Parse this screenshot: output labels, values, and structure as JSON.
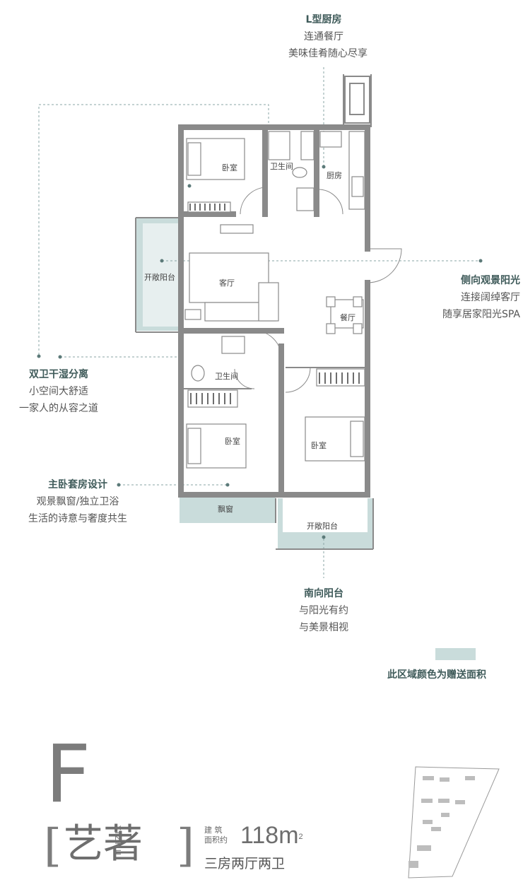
{
  "annotations": {
    "kitchen": {
      "title": "L型厨房",
      "lines": [
        "连通餐厅",
        "美味佳肴随心尽享"
      ]
    },
    "side_balcony": {
      "title": "侧向观景阳光",
      "lines": [
        "连接阔绰客厅",
        "随享居家阳光SPA"
      ]
    },
    "bathrooms": {
      "title": "双卫干湿分离",
      "lines": [
        "小空间大舒适",
        "一家人的从容之道"
      ]
    },
    "master": {
      "title": "主卧套房设计",
      "lines": [
        "观景飘窗/独立卫浴",
        "生活的诗意与奢度共生"
      ]
    },
    "south_balcony": {
      "title": "南向阳台",
      "lines": [
        "与阳光有约",
        "与美景相视"
      ]
    }
  },
  "rooms": {
    "bedroom_top": "卧室",
    "bath_top": "卫生间",
    "kitchen": "厨房",
    "balcony_side": "开敞阳台",
    "living": "客厅",
    "dining": "餐厅",
    "bath_mid": "卫生间",
    "bedroom_left": "卧室",
    "bedroom_right": "卧室",
    "bay_window": "飘窗",
    "balcony_south": "开敞阳台"
  },
  "legend": {
    "text": "此区域颜色为赠送面积",
    "color": "#c9dcdb"
  },
  "unit": {
    "letter": "F",
    "bracket_open": "[",
    "bracket_close": "]",
    "name": "艺著",
    "pinyin": "YIZHU",
    "area_label_1": "建 筑",
    "area_label_2": "面积约",
    "area": "118m",
    "area_sup": "2",
    "layout": "三房两厅两卫"
  },
  "colors": {
    "wall": "#8a8a8a",
    "accent": "#3f5b5a",
    "bonus_area": "#c9dcdb"
  }
}
